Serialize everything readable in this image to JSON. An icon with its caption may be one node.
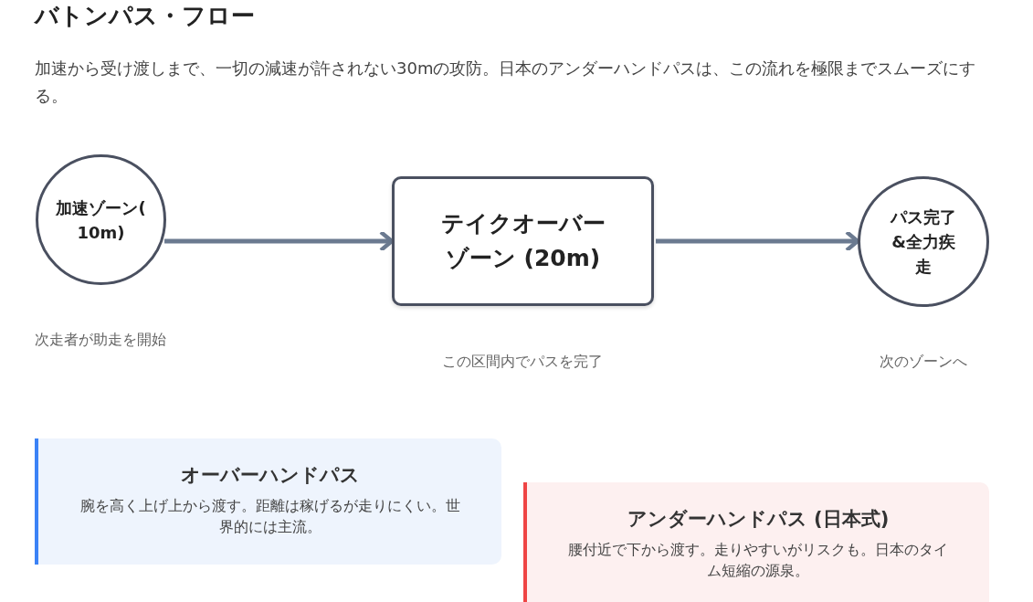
{
  "diagram": {
    "title": "バトンパス・フロー",
    "caption": "加速から受け渡しまで、一切の減速が許されない30mの攻防。日本のアンダーハンドパスは、この流れを極限までスムーズにする。",
    "nodes": [
      {
        "text": [
          "加速ゾーン(10m)"
        ],
        "beside": [
          "次走者が助走を開始"
        ]
      },
      {
        "text": [
          "テイクオーバーゾーン (20m)"
        ],
        "beside": [
          "この区間内でパスを完了"
        ]
      },
      {
        "text": [
          "パス完了&全力疾走"
        ],
        "beside": [
          "次のゾーンへ"
        ]
      },
      {
        "text": [
          "オーバーハンドパス",
          "腕を高く上げ上から渡す。距離は稼げるが走りにくい。世界的には主流。"
        ]
      },
      {
        "text": [
          "アンダーハンドパス (日本式)",
          "腰付近で下から渡す。走りやすいがリスクも。日本のタイム短縮の源泉。"
        ]
      }
    ],
    "edges": [
      {
        "from": 0,
        "to": 1,
        "arrow": "to"
      },
      {
        "from": 1,
        "to": 2,
        "arrow": "to"
      }
    ]
  }
}
